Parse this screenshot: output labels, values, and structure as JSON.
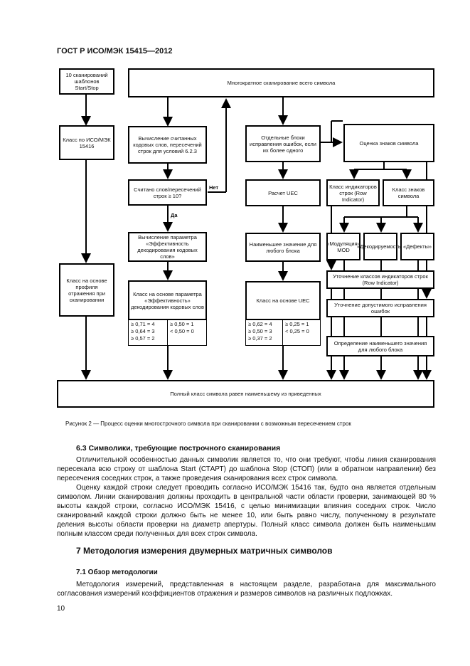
{
  "header": "ГОСТ Р ИСО/МЭК 15415—2012",
  "flowchart": {
    "scan_templates": "10 сканирований шаблонов Start/Stop",
    "multi_scan": "Многократное сканирование всего символа",
    "class_iso": "Класс по ИСО/МЭК 15416",
    "calc_codewords": "Вычисление считанных кодовых слов, пересечений строк для условий 6.2.3",
    "ratio_check": "Считано слов/пересечений строк ≥ 10?",
    "no_label": "Нет",
    "yes_label": "Да",
    "calc_efficiency": "Вычисление параметра «Эффективность декодирования кодовых слов»",
    "class_efficiency": "Класс на основе параметра «Эффективность» декодирования кодовых слов",
    "eff_grades_left": [
      "≥ 0,71 = 4",
      "≥ 0,64 = 3",
      "≥ 0,57 = 2"
    ],
    "eff_grades_right": [
      "≥ 0,50 = 1",
      "< 0,50 = 0"
    ],
    "class_profile": "Класс на основе профиля отражения при сканировании",
    "error_blocks": "Отдельные блоки исправления ошибок, если их более одного",
    "uec_calc": "Расчет UEC",
    "min_value_block": "Наименьшее значение для любого блока",
    "class_uec": "Класс на основе UEC",
    "uec_grades_left": [
      "≥ 0,62 = 4",
      "≥ 0,50 = 3",
      "≥ 0,37 = 2"
    ],
    "uec_grades_right": [
      "≥ 0,25 = 1",
      "< 0,25 = 0"
    ],
    "eval_signs": "Оценка знаков символа",
    "class_row_indicator": "Класс индикаторов строк (Row Indicator)",
    "class_signs": "Класс знаков символа",
    "modulation": "«Модуляция» MOD",
    "decodability": "«Декодируемость»",
    "defects": "«Дефекты»",
    "refine_row_indicator": "Уточнение классов индикаторов строк (Row Indicator)",
    "refine_error_correction": "Уточнение допустимого исправления ошибок",
    "define_min_value": "Определение наименьшего значения для любого блока",
    "overall": "Полный класс символа равен наименьшему из приведенных"
  },
  "caption": "Рисунок 2 — Процесс оценки многострочного символа при сканировании с возможным пересечением строк",
  "section63": {
    "heading": "6.3 Символики, требующие построчного сканирования",
    "p1": "Отличительной особенностью данных символик является то, что они требуют, чтобы линия сканирования пересекала всю строку от шаблона Start (СТАРТ) до шаблона Stop (СТОП) (или в обратном направлении) без пересечения соседних строк, а также проведения сканирования всех строк символа.",
    "p2": "Оценку каждой строки следует проводить согласно ИСО/МЭК 15416 так, будто она является отдельным символом. Линии сканирования должны проходить в центральной части области проверки, занимающей 80 % высоты каждой строки, согласно ИСО/МЭК 15416, с целью минимизации влияния соседних строк. Число сканирований каждой строки должно быть не менее 10, или быть равно числу, полученному в результате деления высоты области проверки на диаметр апертуры. Полный класс символа должен быть наименьшим полным классом среди полученных для всех строк символа."
  },
  "section7": {
    "heading": "7 Методология измерения двумерных матричных символов",
    "sub_heading": "7.1 Обзор методологии",
    "p1": "Методология измерений, представленная в настоящем разделе, разработана для максимального согласования измерений коэффициентов отражения и размеров символов на различных подложках."
  },
  "page_number": "10"
}
